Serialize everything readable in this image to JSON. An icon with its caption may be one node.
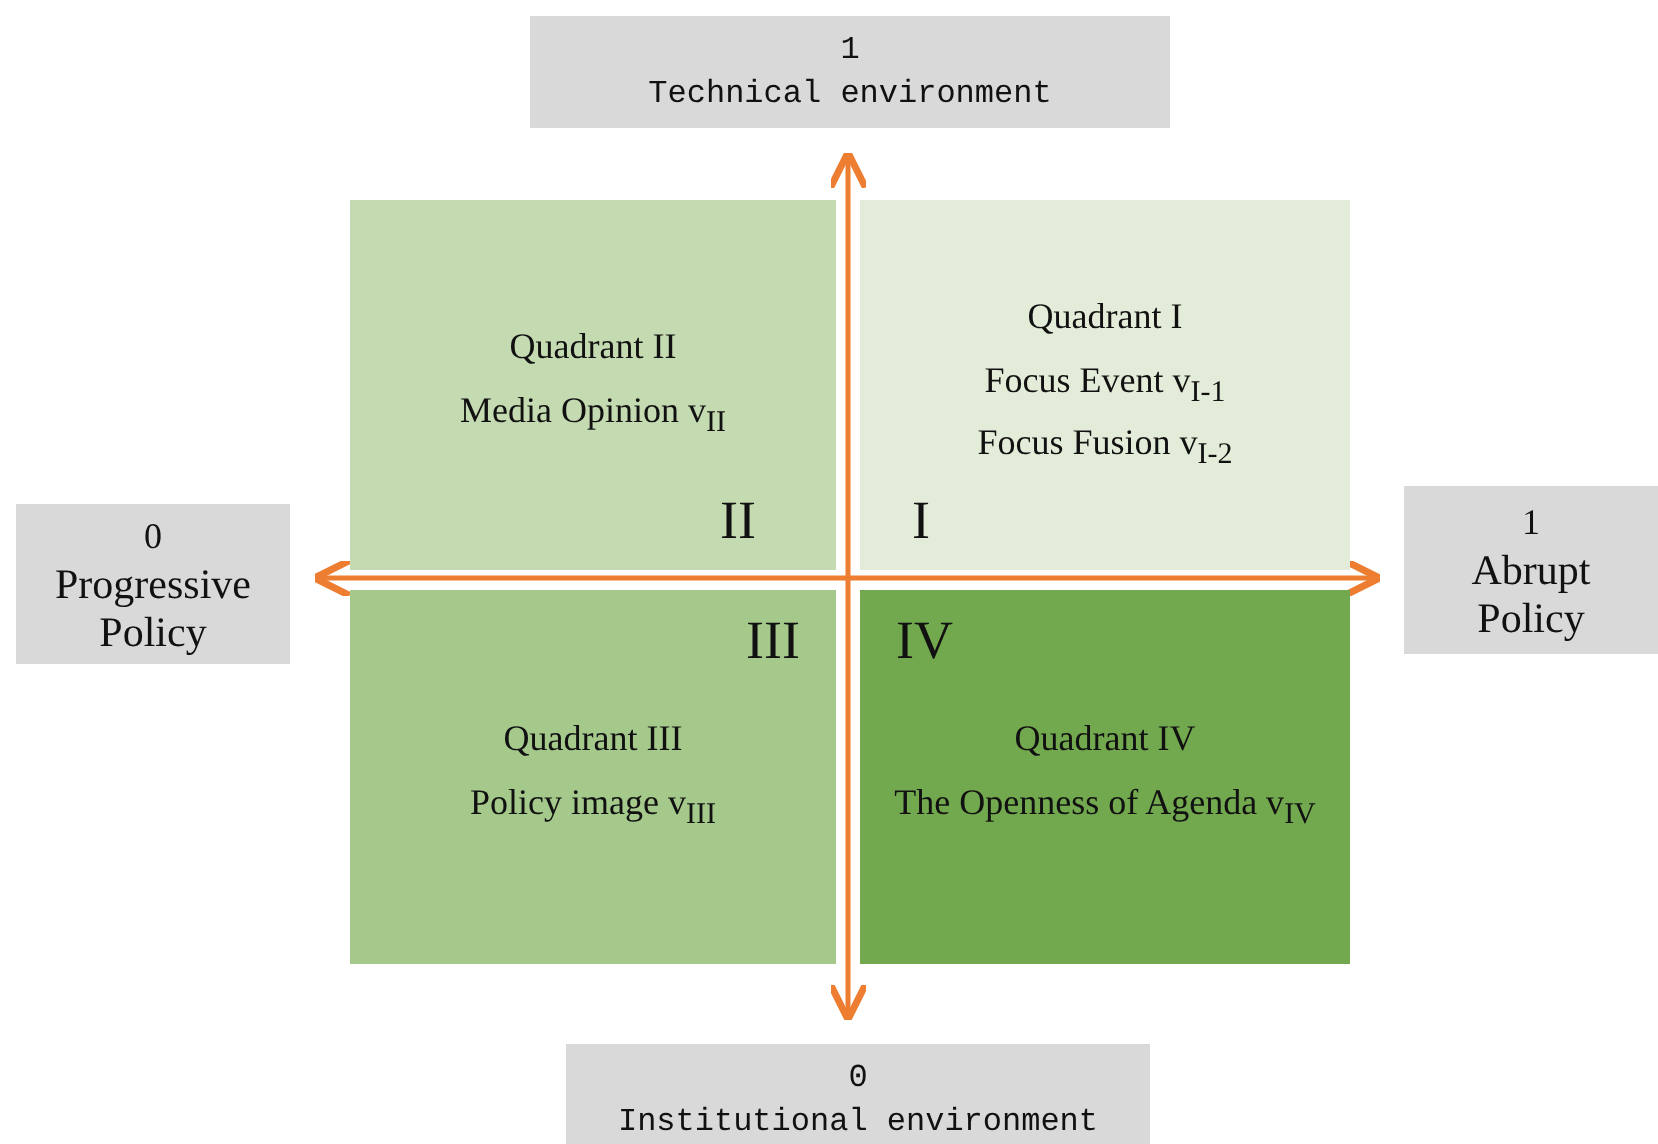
{
  "diagram": {
    "nodes": [
      {
        "text": [
          "1",
          "Technical environment"
        ]
      },
      {
        "text": [
          "Quadrant II",
          "Media  Opinion v$_{II}$",
          "II"
        ]
      },
      {
        "text": [
          "Quadrant I",
          "Focus Event v$_{I-1}$",
          "Focus Fusion v$_{I-2}$",
          "I"
        ]
      },
      {
        "text": [
          "0",
          "Progressive Policy"
        ]
      },
      {
        "text": [
          "1",
          "Abrupt Policy"
        ]
      },
      {
        "text": [
          "III",
          "Quadrant III",
          "Policy image v$_{III}$"
        ]
      },
      {
        "text": [
          "IV",
          "Quadrant IV",
          "The Openness of Agenda v$_{IV}$"
        ]
      },
      {
        "text": [
          "0",
          "Institutional environment"
        ]
      }
    ],
    "edges": [
      {
        "from": 3,
        "to": 4,
        "arrow": "both"
      },
      {
        "from": 0,
        "to": 7,
        "arrow": "both"
      }
    ]
  }
}
